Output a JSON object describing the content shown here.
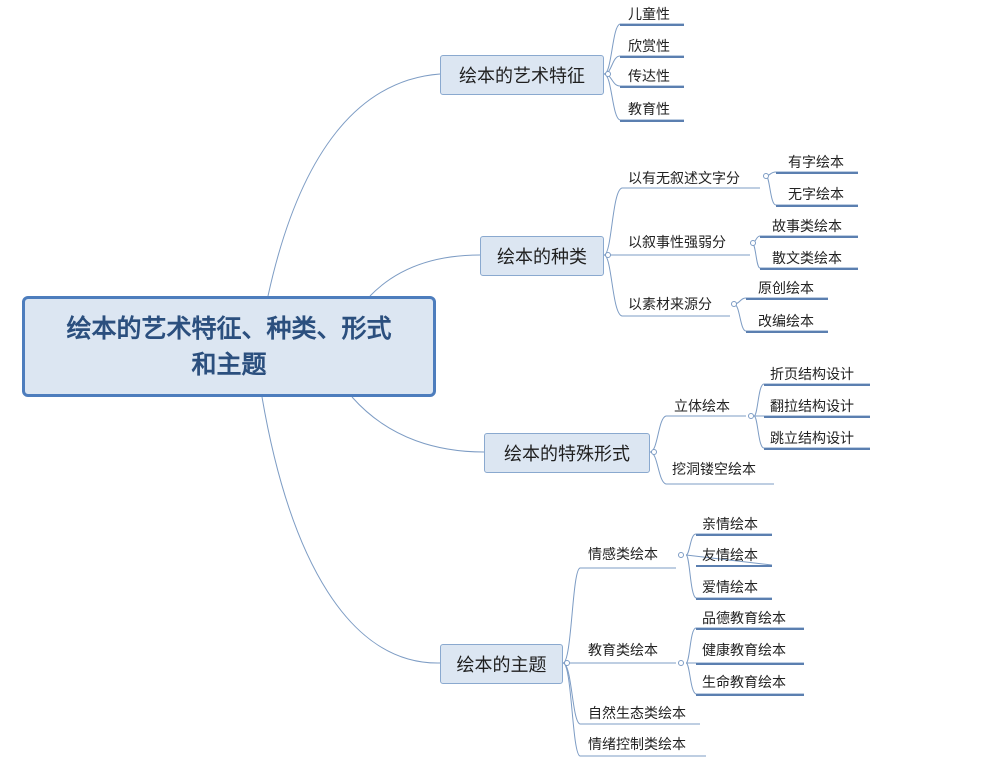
{
  "root": {
    "line1": "绘本的艺术特征、种类、形式",
    "line2": "和主题"
  },
  "branches": [
    {
      "label": "绘本的艺术特征",
      "children": [
        "儿童性",
        "欣赏性",
        "传达性",
        "教育性"
      ]
    },
    {
      "label": "绘本的种类",
      "groups": [
        {
          "label": "以有无叙述文字分",
          "children": [
            "有字绘本",
            "无字绘本"
          ]
        },
        {
          "label": "以叙事性强弱分",
          "children": [
            "故事类绘本",
            "散文类绘本"
          ]
        },
        {
          "label": "以素材来源分",
          "children": [
            "原创绘本",
            "改编绘本"
          ]
        }
      ]
    },
    {
      "label": "绘本的特殊形式",
      "groups": [
        {
          "label": "立体绘本",
          "children": [
            "折页结构设计",
            "翻拉结构设计",
            "跳立结构设计"
          ]
        },
        {
          "label": "挖洞镂空绘本",
          "children": []
        }
      ]
    },
    {
      "label": "绘本的主题",
      "groups": [
        {
          "label": "情感类绘本",
          "children": [
            "亲情绘本",
            "友情绘本",
            "爱情绘本"
          ]
        },
        {
          "label": "教育类绘本",
          "children": [
            "品德教育绘本",
            "健康教育绘本",
            "生命教育绘本"
          ]
        },
        {
          "label": "自然生态类绘本",
          "children": []
        },
        {
          "label": "情绪控制类绘本",
          "children": []
        }
      ]
    }
  ],
  "colors": {
    "line": "#7d9cc4",
    "underline": "#5b7fb0",
    "node_fill": "#dce6f2",
    "root_border": "#4d7dbd"
  }
}
